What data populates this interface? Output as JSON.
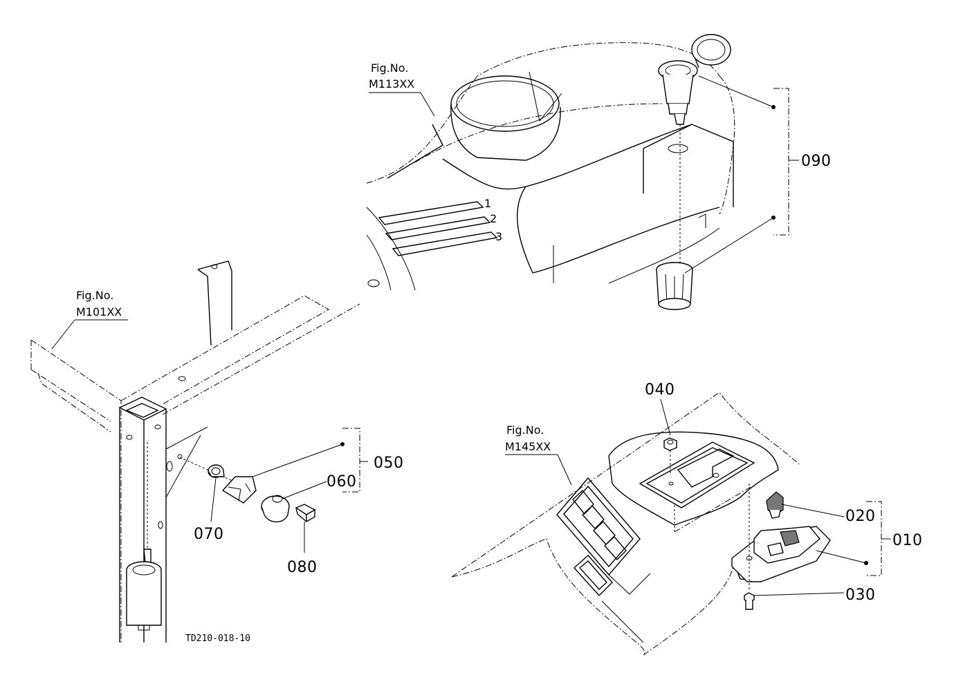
{
  "diagram": {
    "figure_refs": [
      {
        "line1": "Fig.No.",
        "line2": "M113XX"
      },
      {
        "line1": "Fig.No.",
        "line2": "M101XX"
      },
      {
        "line1": "Fig.No.",
        "line2": "M145XX"
      }
    ],
    "callouts": {
      "c010": "010",
      "c020": "020",
      "c030": "030",
      "c040": "040",
      "c050": "050",
      "c060": "060",
      "c070": "070",
      "c080": "080",
      "c090": "090"
    },
    "drawing_number": "TD210-018-10",
    "gauge_marks": [
      "1",
      "2",
      "3"
    ]
  }
}
